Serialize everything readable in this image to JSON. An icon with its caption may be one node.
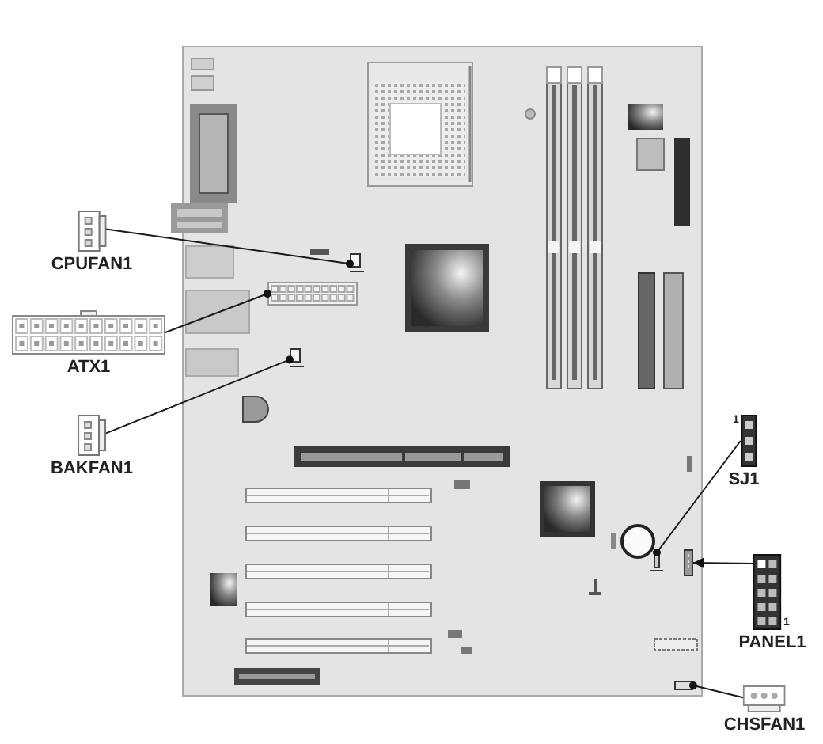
{
  "diagram": {
    "nodes": [
      {
        "text": [
          "CPUFAN1"
        ]
      },
      {
        "text": [],
        "shape": "box"
      },
      {
        "text": [
          "ATX1"
        ]
      },
      {
        "text": [],
        "shape": "box"
      },
      {
        "text": [
          "BAKFAN1"
        ]
      },
      {
        "text": [],
        "shape": "box"
      },
      {
        "text": [
          "SJ1"
        ],
        "beside": [
          "1"
        ]
      },
      {
        "text": [],
        "shape": "box"
      },
      {
        "text": [
          "PANEL1"
        ],
        "beside": [
          "1"
        ]
      },
      {
        "text": [],
        "shape": "box"
      },
      {
        "text": [
          "CHSFAN1"
        ]
      },
      {
        "text": [],
        "shape": "box"
      }
    ],
    "edges": [
      {
        "from": 0,
        "to": 1,
        "arrow": "other"
      },
      {
        "from": 2,
        "to": 3,
        "arrow": "other"
      },
      {
        "from": 4,
        "to": 5,
        "arrow": "other"
      },
      {
        "from": 6,
        "to": 7,
        "arrow": "other"
      },
      {
        "from": 8,
        "to": 9,
        "arrow": "to"
      },
      {
        "from": 10,
        "to": 11,
        "arrow": "other"
      }
    ]
  }
}
